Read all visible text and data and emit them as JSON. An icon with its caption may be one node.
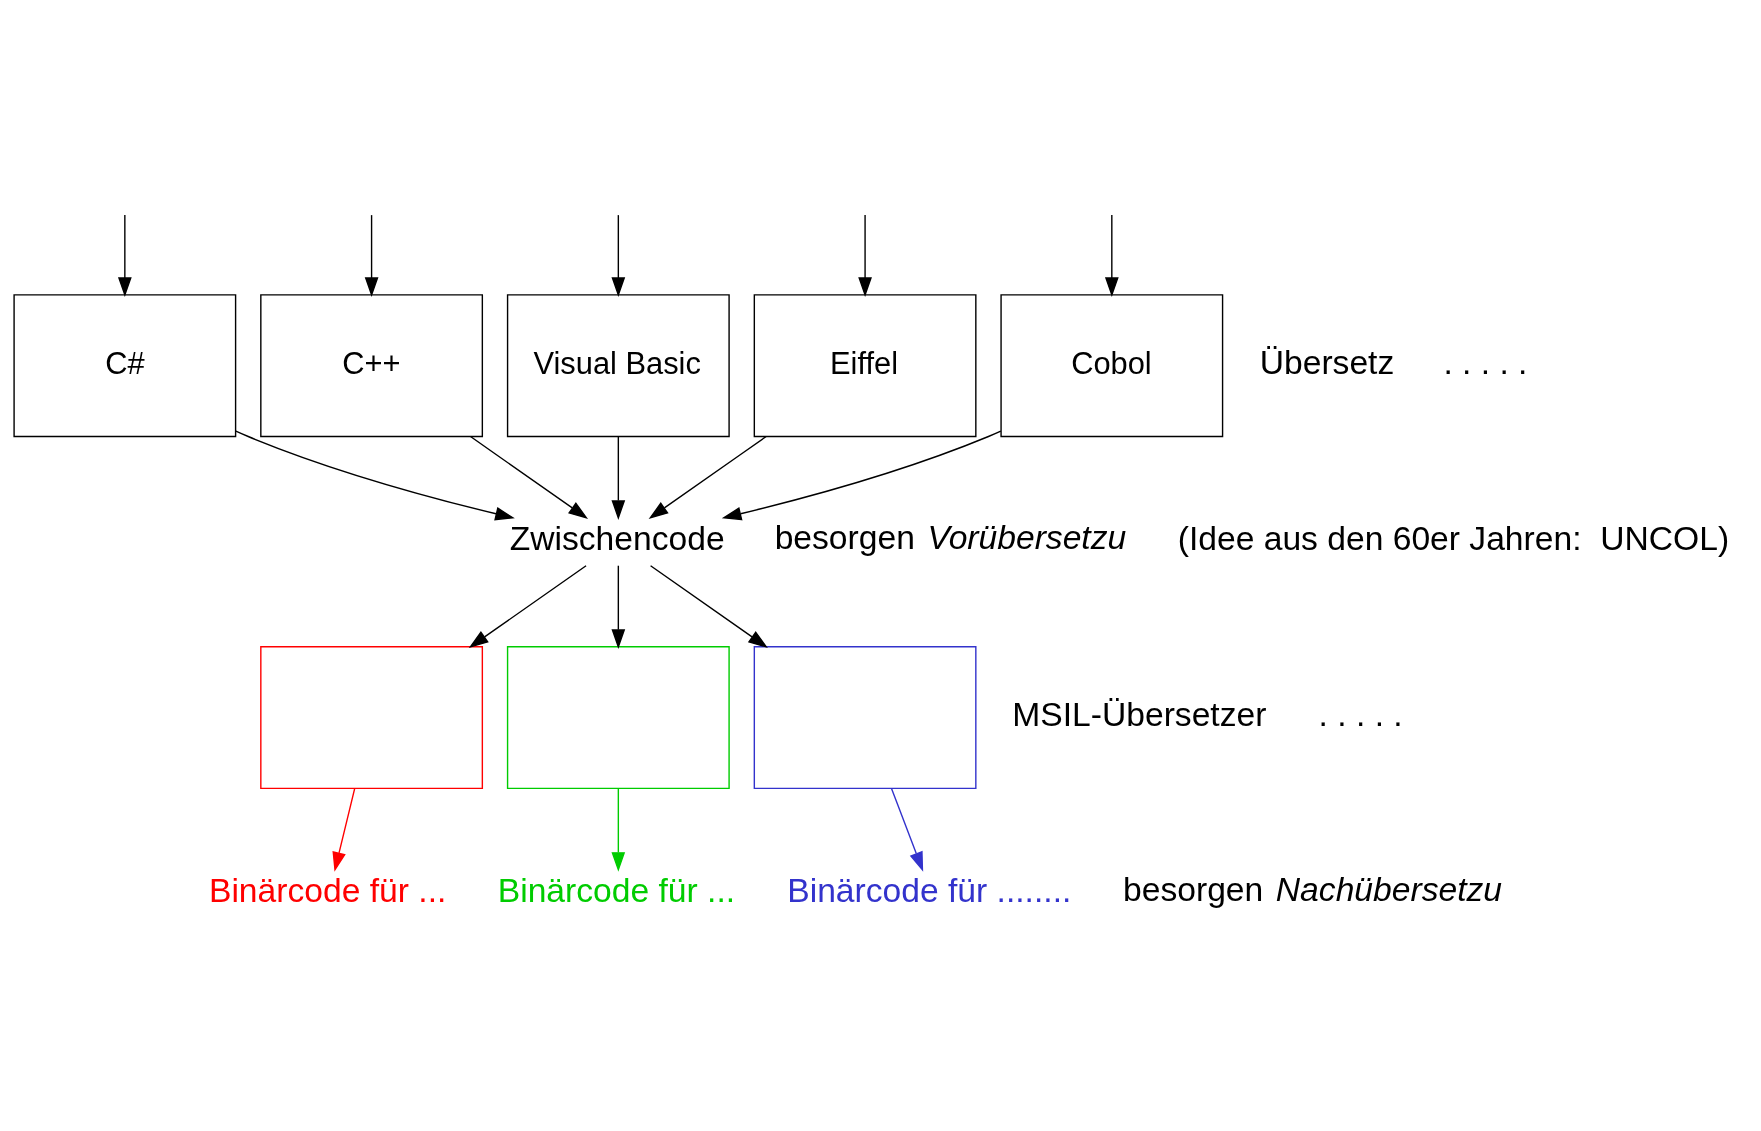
{
  "diagram": {
    "nodes": [
      {
        "text": [
          "C#"
        ]
      },
      {
        "text": [
          "C++"
        ]
      },
      {
        "text": [
          "Visual Basic"
        ]
      },
      {
        "text": [
          "Eiffel"
        ]
      },
      {
        "text": [
          "Cobol"
        ]
      },
      {
        "text": [
          "Zwischencode"
        ]
      },
      {
        "text": [],
        "shape": "box"
      },
      {
        "text": [],
        "shape": "box"
      },
      {
        "text": [],
        "shape": "box"
      },
      {
        "text": [
          "Binärcode für ..."
        ]
      },
      {
        "text": [
          "Binärcode für ..."
        ]
      },
      {
        "text": [
          "Binärcode für ........"
        ]
      }
    ],
    "edges": [
      {
        "from": null,
        "to": 0,
        "arrow": "to"
      },
      {
        "from": null,
        "to": 1,
        "arrow": "to"
      },
      {
        "from": null,
        "to": 2,
        "arrow": "to"
      },
      {
        "from": null,
        "to": 3,
        "arrow": "to"
      },
      {
        "from": null,
        "to": 4,
        "arrow": "to"
      },
      {
        "from": 0,
        "to": 5,
        "arrow": "to"
      },
      {
        "from": 1,
        "to": 5,
        "arrow": "to"
      },
      {
        "from": 2,
        "to": 5,
        "arrow": "to"
      },
      {
        "from": 3,
        "to": 5,
        "arrow": "to"
      },
      {
        "from": 4,
        "to": 5,
        "arrow": "to"
      },
      {
        "from": 5,
        "to": 6,
        "arrow": "to"
      },
      {
        "from": 5,
        "to": 7,
        "arrow": "to"
      },
      {
        "from": 5,
        "to": 8,
        "arrow": "to"
      },
      {
        "from": 6,
        "to": 9,
        "arrow": "to",
        "color": "#ff0000"
      },
      {
        "from": 7,
        "to": 10,
        "arrow": "to",
        "color": "#00cc00"
      },
      {
        "from": 8,
        "to": 11,
        "arrow": "to",
        "color": "#3333cc"
      }
    ],
    "labels": [
      "Übersetz",
      ". . . . .",
      "besorgen *Vorübersetzu*",
      "(Idee aus den 60er Jahren:  UNCOL)",
      "MSIL-Übersetzer",
      ". . . . .",
      "besorgen *Nachübersetzu*"
    ]
  }
}
